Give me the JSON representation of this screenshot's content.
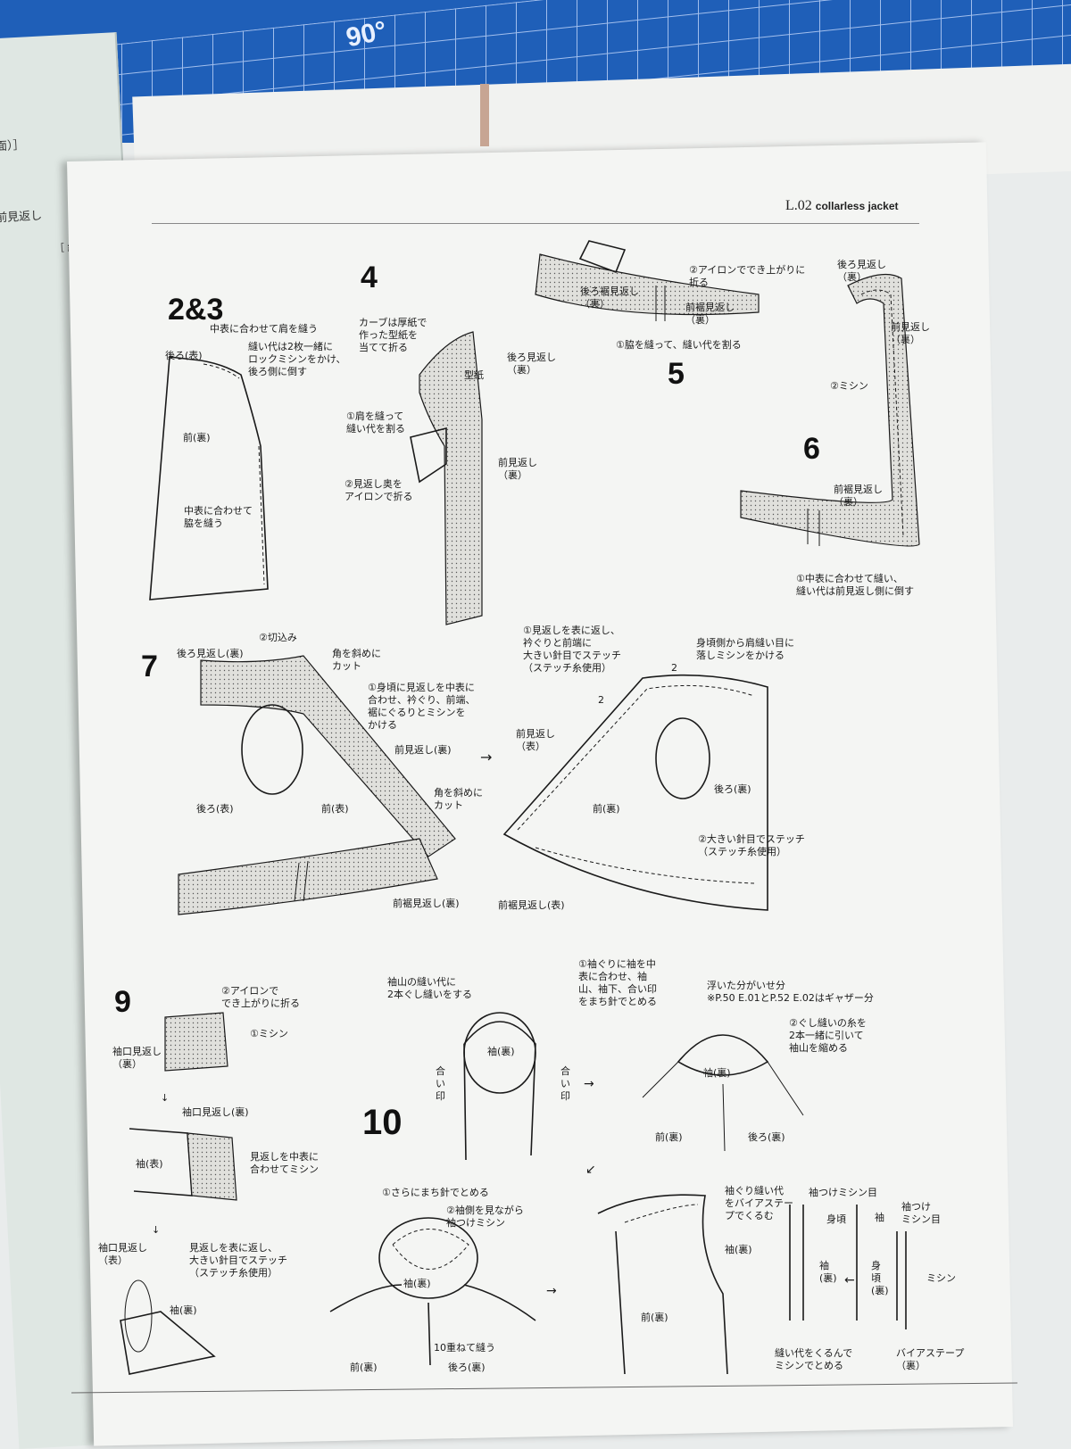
{
  "cutting_mat": {
    "angle_label": "90°"
  },
  "left_page": {
    "fragments": [
      "（裏面）］",
      "前見返し",
      "［ 総合せ方 ］"
    ]
  },
  "header": {
    "code": "L.02",
    "title": "collarless jacket"
  },
  "steps": {
    "s23": {
      "number": "2&3",
      "labels": [
        "中表に合わせて肩を縫う",
        "後ろ(表)",
        "縫い代は2枚一緒に\nロックミシンをかけ、\n後ろ側に倒す",
        "前(裏)",
        "中表に合わせて\n脇を縫う"
      ]
    },
    "s4": {
      "number": "4",
      "labels": [
        "カーブは厚紙で\n作った型紙を\n当てて折る",
        "後ろ見返し\n（裏）",
        "型紙",
        "①肩を縫って\n縫い代を割る",
        "前見返し\n（裏）",
        "②見返し奥を\nアイロンで折る"
      ]
    },
    "s5": {
      "number": "5",
      "labels": [
        "②アイロンででき上がりに\n折る",
        "後ろ裾見返し\n（裏）",
        "前裾見返し\n（裏）",
        "①脇を縫って、縫い代を割る"
      ]
    },
    "s6": {
      "number": "6",
      "labels": [
        "後ろ見返し\n（裏）",
        "前見返し\n（裏）",
        "②ミシン",
        "前裾見返し\n（裏）",
        "①中表に合わせて縫い、\n縫い代は前見返し側に倒す"
      ]
    },
    "s7": {
      "number": "7",
      "labels": [
        "後ろ見返し(裏)",
        "②切込み",
        "角を斜めに\nカット",
        "①身頃に見返しを中表に\n合わせ、衿ぐり、前端、\n裾にぐるりとミシンを\nかける",
        "前見返し(裏)",
        "後ろ(表)",
        "前(表)",
        "角を斜めに\nカット",
        "前裾見返し(裏)",
        "①見返しを表に返し、\n衿ぐりと前端に\n大きい針目でステッチ\n（ステッチ糸使用）",
        "身頃側から肩縫い目に\n落しミシンをかける",
        "2",
        "2",
        "前見返し\n（表）",
        "後ろ(裏)",
        "前(裏)",
        "②大きい針目でステッチ\n（ステッチ糸使用）",
        "前裾見返し(表)"
      ],
      "arrow": "→"
    },
    "s9": {
      "number": "9",
      "labels": [
        "②アイロンで\nでき上がりに折る",
        "①ミシン",
        "袖口見返し\n（裏）",
        "↓",
        "袖口見返し(裏)",
        "袖(表)",
        "見返しを中表に\n合わせてミシン",
        "↓",
        "袖口見返し\n（表）",
        "見返しを表に返し、\n大きい針目でステッチ\n（ステッチ糸使用）",
        "袖(裏)"
      ]
    },
    "s10": {
      "number": "10",
      "labels": [
        "袖山の縫い代に\n2本ぐし縫いをする",
        "袖(裏)",
        "合\nい\n印",
        "合\nい\n印",
        "→",
        "①袖ぐりに袖を中\n表に合わせ、袖\n山、袖下、合い印\nをまち針でとめる",
        "浮いた分がいせ分\n※P.50 E.01とP.52 E.02はギャザー分",
        "②ぐし縫いの糸を\n2本一緒に引いて\n袖山を縮める",
        "袖(裏)",
        "前(裏)",
        "後ろ(裏)",
        "↙",
        "①さらにまち針でとめる",
        "②袖側を見ながら\n袖つけミシン",
        "袖(裏)",
        "10重ねて縫う",
        "前(裏)",
        "後ろ(裏)",
        "→",
        "袖ぐり縫い代\nをバイアステー\nプでくるむ",
        "袖つけミシン目",
        "身頃",
        "袖",
        "袖つけ\nミシン目",
        "袖(裏)",
        "袖\n(裏)",
        "身\n頃\n(裏)",
        "←",
        "ミシン",
        "前(裏)",
        "縫い代をくるんで\nミシンでとめる",
        "バイアステープ\n（裏）"
      ]
    }
  }
}
